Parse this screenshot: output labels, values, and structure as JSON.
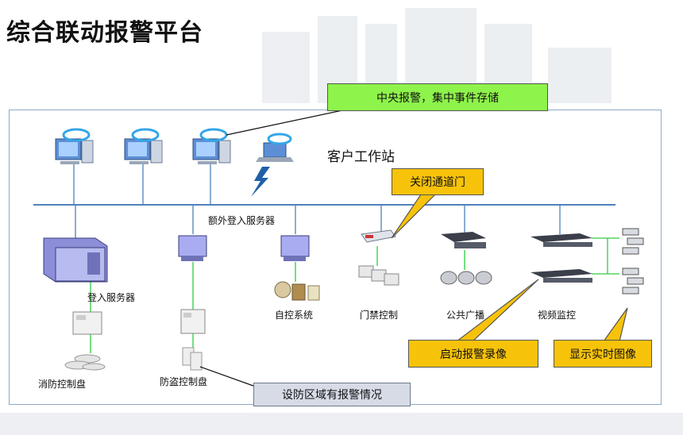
{
  "title": "综合联动报警平台",
  "workstation_label": "客户工作站",
  "extra_server_label": "额外登入服务器",
  "devices": {
    "login_server": "登入服务器",
    "fire_panel": "消防控制盘",
    "burglar_panel": "防盗控制盘",
    "auto_control": "自控系统",
    "access_control": "门禁控制",
    "broadcast": "公共广播",
    "video_monitor": "视频监控"
  },
  "callouts": {
    "central_alarm": "中央报警，集中事件存储",
    "close_door": "关闭通道门",
    "start_recording": "启动报警录像",
    "show_live": "显示实时图像",
    "zone_alarm": "设防区域有报警情况"
  },
  "colors": {
    "green_callout": "#8ef34a",
    "yellow_callout": "#f7c30a",
    "grey_callout": "#d6dbe6",
    "network_line": "#4f81bd",
    "link_line": "#2ecc40"
  }
}
